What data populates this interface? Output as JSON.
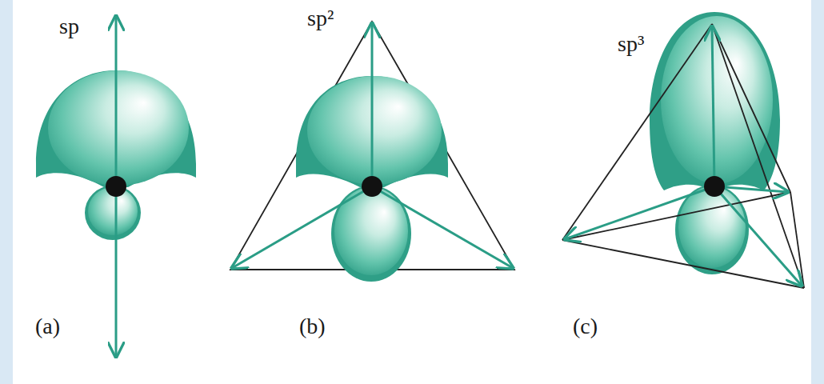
{
  "diagram": {
    "labels": [
      "sp",
      "sp²",
      "sp³",
      "(a)",
      "(b)",
      "(c)"
    ]
  }
}
